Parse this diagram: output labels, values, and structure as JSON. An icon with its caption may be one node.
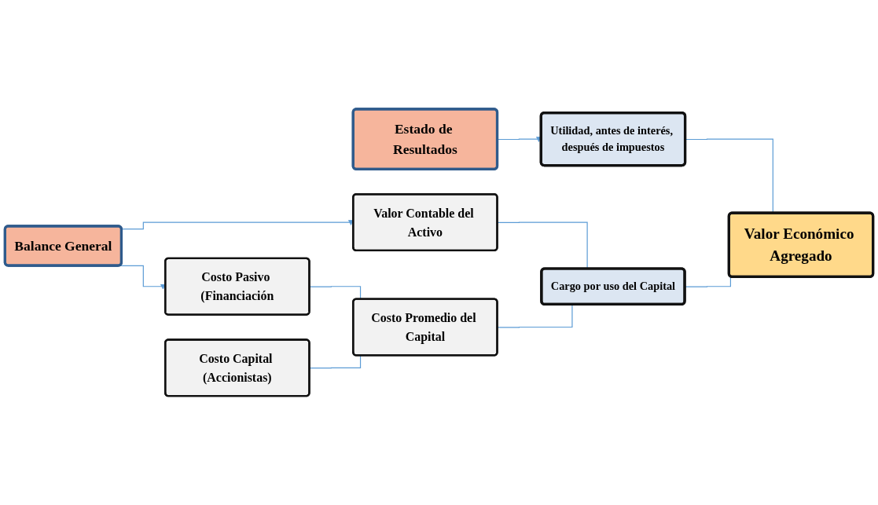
{
  "diagram": {
    "nodes": [
      {
        "text": [
          "Estado de Resultados"
        ]
      },
      {
        "text": [
          "Utilidad, antes de interés, después de impuestos"
        ]
      },
      {
        "text": [
          "Valor Económico Agregado"
        ]
      },
      {
        "text": [
          "Balance General"
        ]
      },
      {
        "text": [
          "Valor Contable del Activo"
        ]
      },
      {
        "text": [
          "Cargo por uso del Capital"
        ]
      },
      {
        "text": [
          "Costo Pasivo (Financiación"
        ]
      },
      {
        "text": [
          "Costo Promedio del Capital"
        ]
      },
      {
        "text": [
          "Costo Capital (Accionistas)"
        ]
      }
    ],
    "edges": [
      {
        "from": 0,
        "to": 1,
        "arrow": "to"
      },
      {
        "from": 3,
        "to": 4,
        "arrow": "to"
      },
      {
        "from": 3,
        "to": 6,
        "arrow": "to"
      },
      {
        "from": 6,
        "to": 7,
        "arrow": "none"
      },
      {
        "from": 8,
        "to": 7,
        "arrow": "none"
      },
      {
        "from": 4,
        "to": 5,
        "arrow": "none"
      },
      {
        "from": 7,
        "to": 5,
        "arrow": "none"
      },
      {
        "from": 1,
        "to": 2,
        "arrow": "none"
      },
      {
        "from": 5,
        "to": 2,
        "arrow": "none"
      }
    ]
  }
}
